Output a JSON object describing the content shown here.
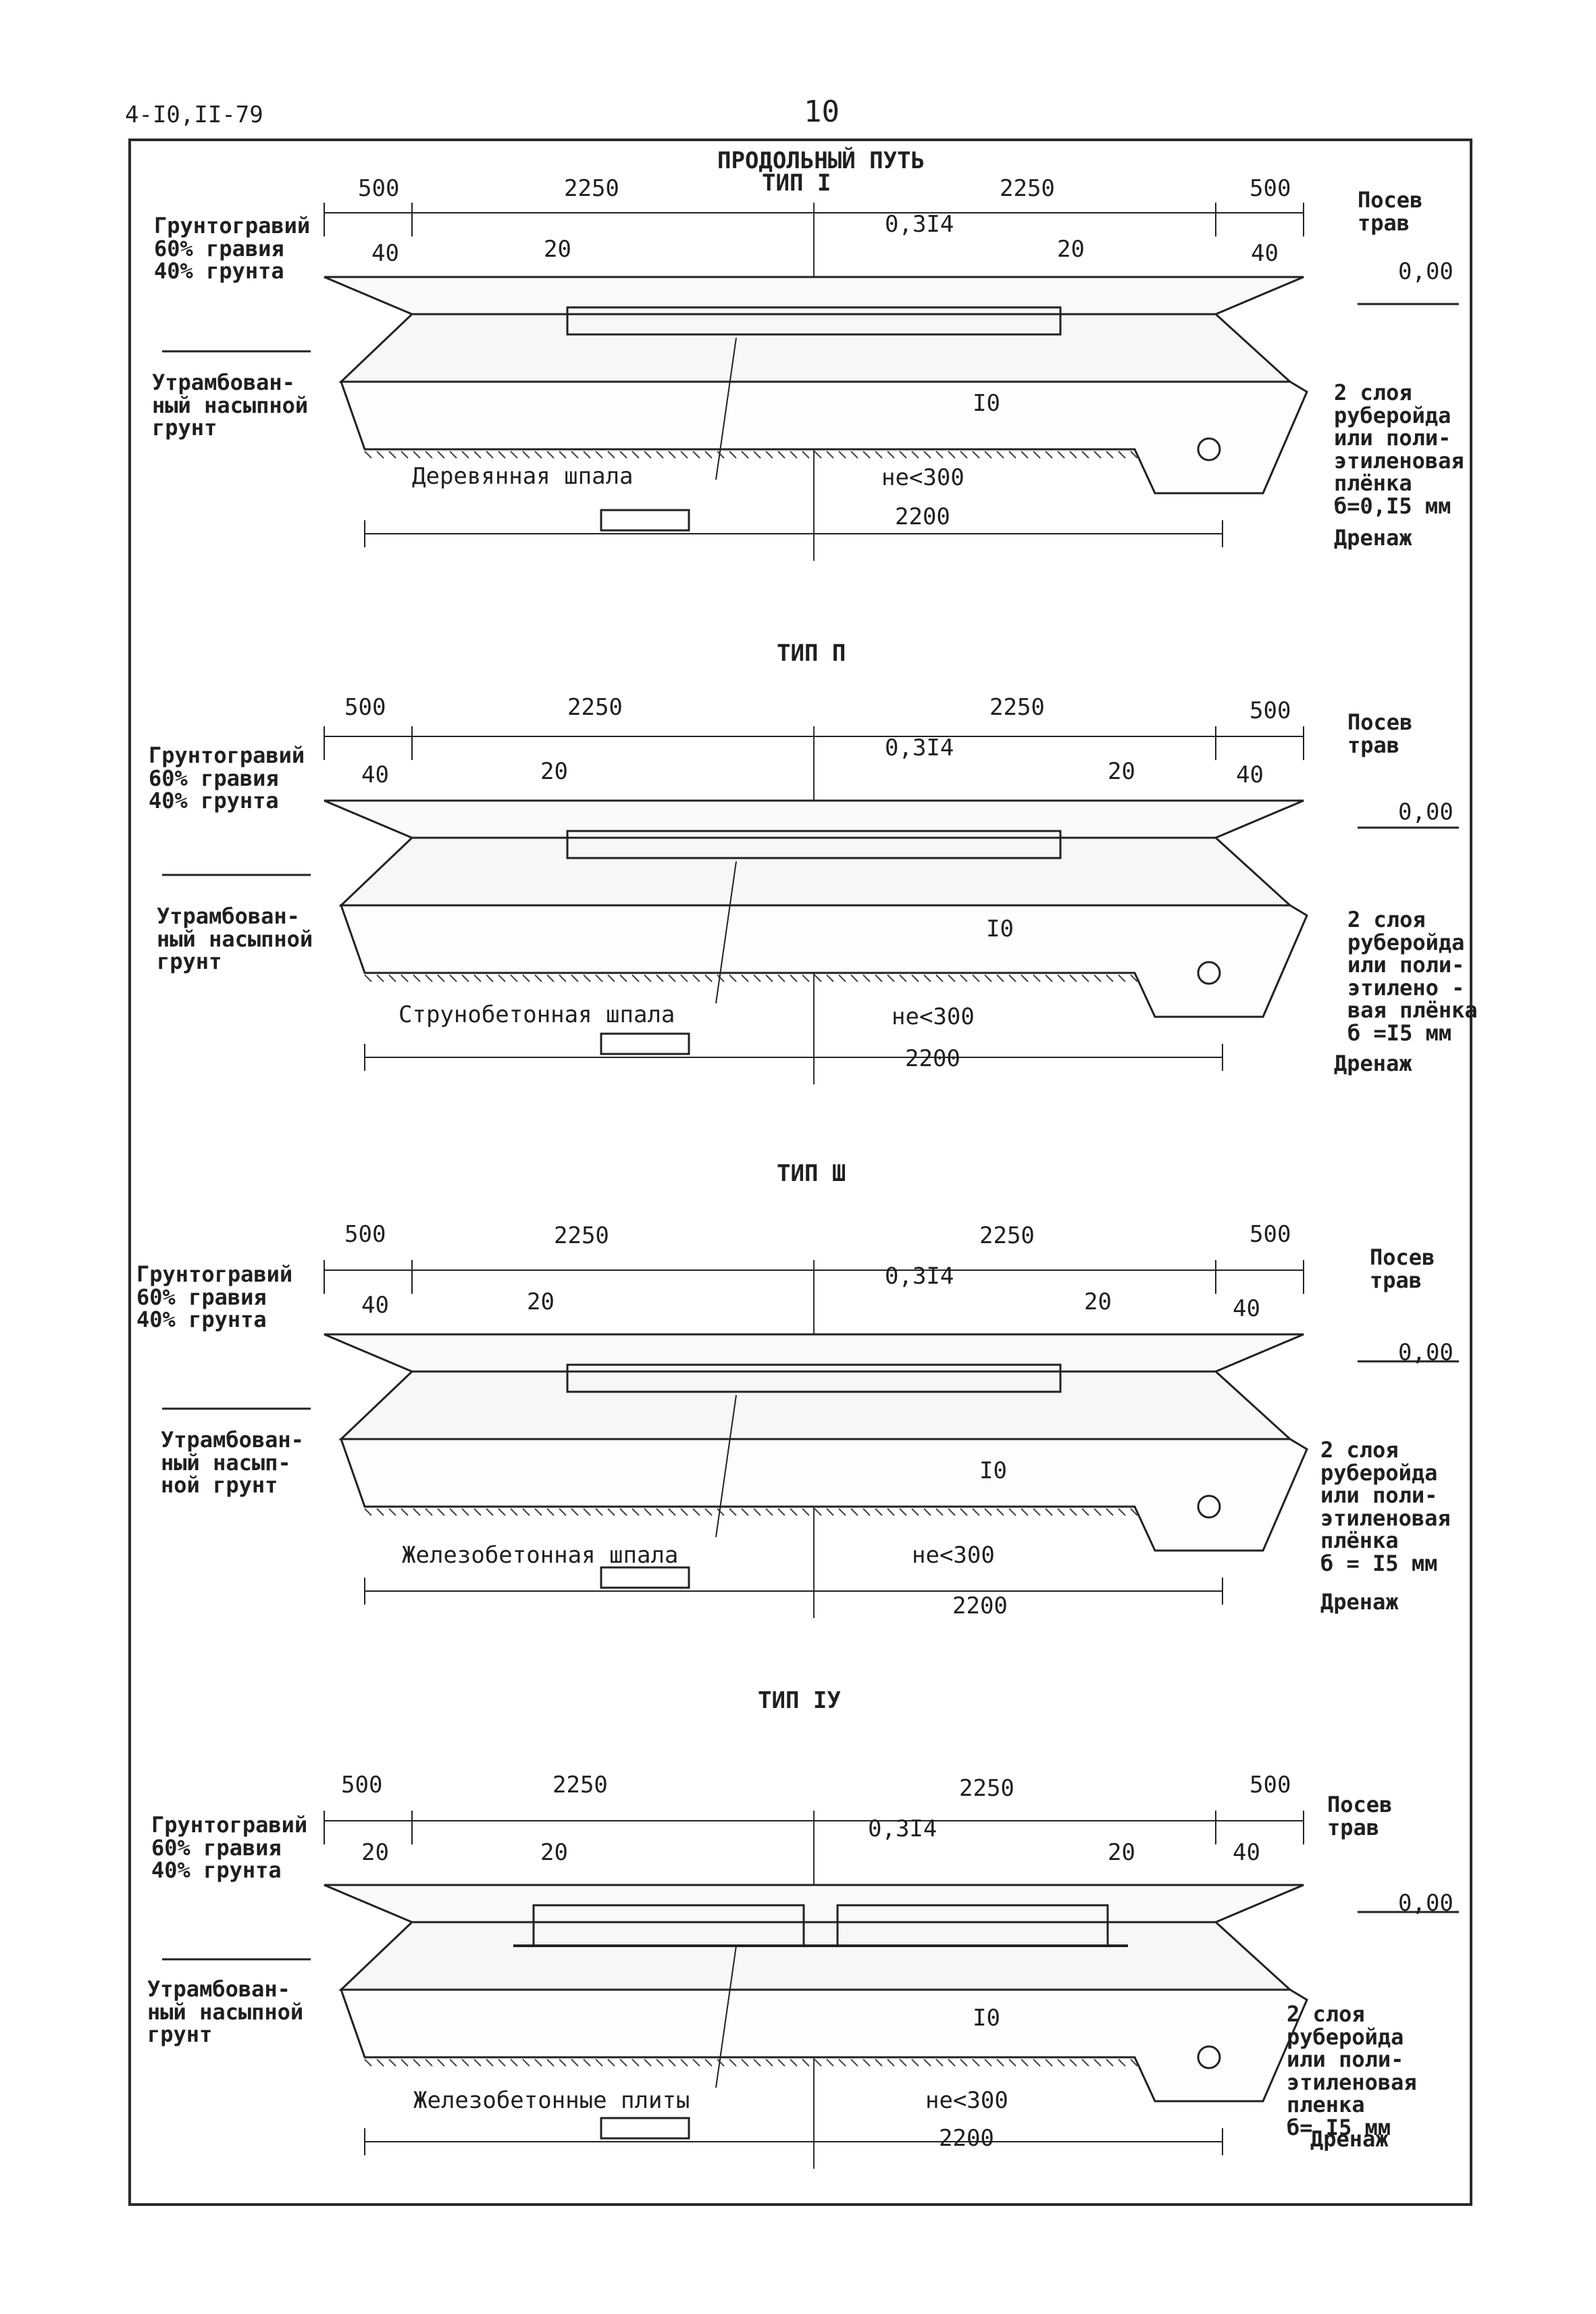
{
  "page": {
    "doc_code": "4-I0,II-79",
    "page_number": "10",
    "title": "ПРОДОЛЬНЫЙ ПУТЬ"
  },
  "common_labels": {
    "drainage": "Дренаж",
    "grass": "Посев\nтрав",
    "level": "0,00",
    "slope_mid": "0,3I4",
    "fall_left": "20",
    "fall_right": "20",
    "layer_marker": "I0",
    "min_dim": "не<300",
    "base_dim": "2200",
    "dim_outer": "500",
    "dim_inner": "2250"
  },
  "sections": [
    {
      "type": "ТИП I",
      "gravel": "Грунтогравий\n60% гравия\n40% грунта",
      "ground": "Утрамбован-\nный насыпной\nгрунт",
      "left_slope": "40",
      "right_slope": "40",
      "sleeper": "Деревянная шпала",
      "film": "2 слоя\nруберойда\nили поли-\nэтиленовая\nплёнка\nб=0,I5 мм"
    },
    {
      "type": "ТИП П",
      "gravel": "Грунтогравий\n60% гравия\n40% грунта",
      "ground": "Утрамбован-\nный насыпной\nгрунт",
      "left_slope": "40",
      "right_slope": "40",
      "sleeper": "Струнобетонная шпала",
      "film": "2 слоя\nруберойда\nили поли-\nэтилено -\nвая плёнка\nб =I5 мм"
    },
    {
      "type": "ТИП Ш",
      "gravel": "Грунтогравий\n60% гравия\n40% грунта",
      "ground": "Утрамбован-\nный насып-\nной грунт",
      "left_slope": "40",
      "right_slope": "40",
      "sleeper": "Железобетонная шпала",
      "film": "2 слоя\nруберойда\nили поли-\nэтиленовая\nплёнка\nб = I5 мм"
    },
    {
      "type": "ТИП IУ",
      "gravel": "Грунтогравий\n60% гравия\n40% грунта",
      "ground": "Утрамбован-\nный насыпной\nгрунт",
      "left_slope": "20",
      "right_slope": "40",
      "sleeper": "Железобетонные плиты",
      "film": "2 слоя\nруберойда\nили поли-\nэтиленовая\nпленка\nб= I5 мм"
    }
  ]
}
